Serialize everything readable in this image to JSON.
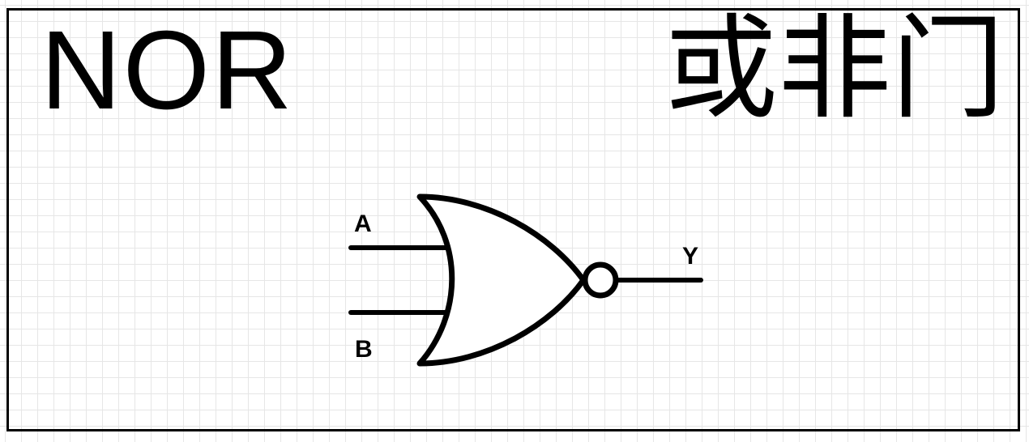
{
  "title_en": "NOR",
  "title_zh": "或非门",
  "gate": {
    "type": "NOR",
    "inputs": [
      "A",
      "B"
    ],
    "output": "Y"
  },
  "colors": {
    "stroke": "#000000",
    "background": "#ffffff",
    "grid": "#e6e6e6"
  }
}
